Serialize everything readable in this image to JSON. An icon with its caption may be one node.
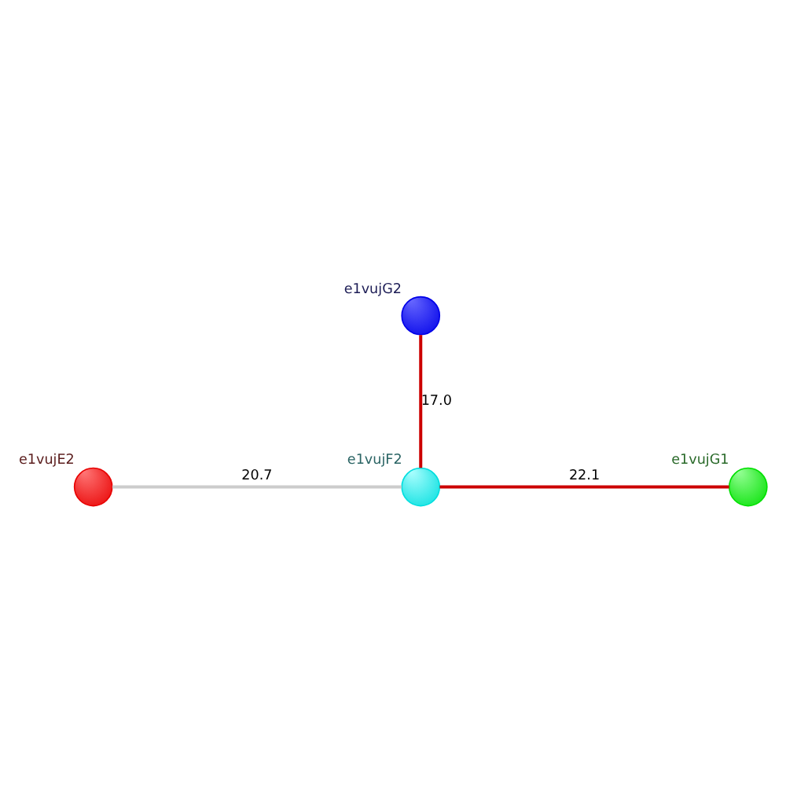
{
  "diagram": {
    "nodes": [
      {
        "text": [],
        "shape": "circle",
        "beside": [
          "e1vujG2"
        ]
      },
      {
        "text": [],
        "shape": "circle",
        "beside": [
          "e1vujF2"
        ]
      },
      {
        "text": [],
        "shape": "circle",
        "beside": [
          "e1vujE2"
        ]
      },
      {
        "text": [],
        "shape": "circle",
        "beside": [
          "e1vujG1"
        ]
      }
    ],
    "edges": [
      {
        "from": 0,
        "to": 1,
        "arrow": "none",
        "label": "17.0"
      },
      {
        "from": 2,
        "to": 1,
        "arrow": "none",
        "label": "20.7",
        "color": "#cccccc"
      },
      {
        "from": 1,
        "to": 3,
        "arrow": "none",
        "label": "22.1"
      }
    ]
  }
}
